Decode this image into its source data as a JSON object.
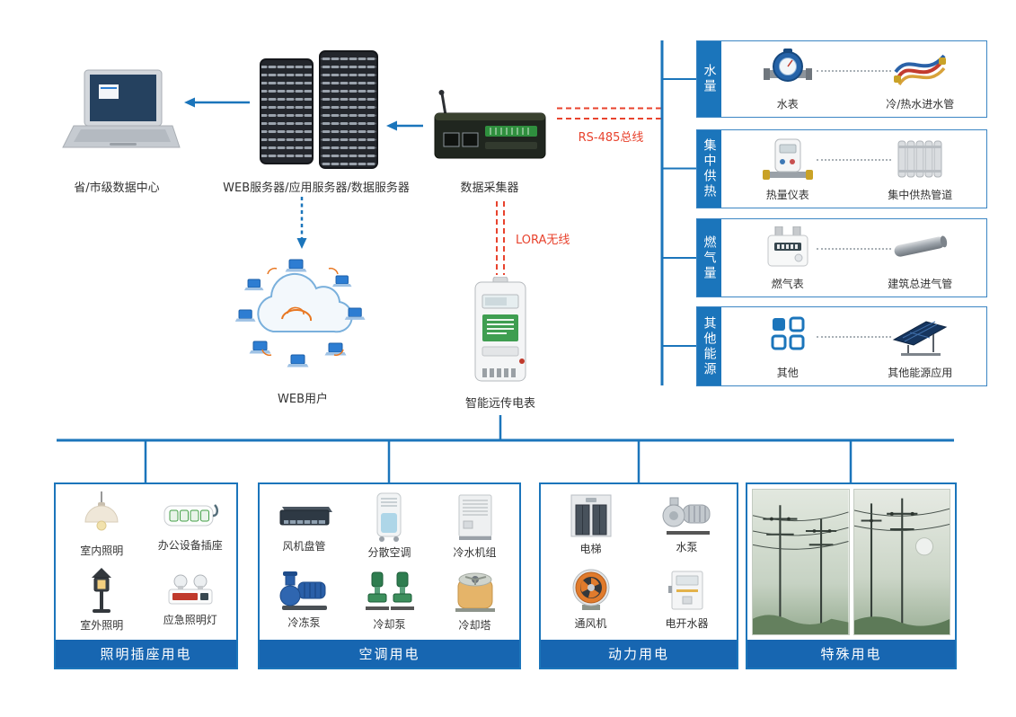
{
  "colors": {
    "line_blue": "#1b75bb",
    "title_bar_blue": "#1766b1",
    "tab_blue": "#1b75bb",
    "accent_red": "#e8432e",
    "text_dark": "#333333"
  },
  "top": {
    "datacenter_label": "省/市级数据中心",
    "datacenter_icon": "laptop-icon",
    "server_label": "WEB服务器/应用服务器/数据服务器",
    "server_icon": "server-racks-icon",
    "collector_label": "数据采集器",
    "collector_icon": "data-collector-icon",
    "rs485_label": "RS-485总线",
    "lora_label": "LORA无线",
    "web_users_label": "WEB用户",
    "web_users_icon": "cloud-users-icon",
    "smart_meter_label": "智能远传电表",
    "smart_meter_icon": "smart-meter-icon"
  },
  "right_panels": [
    {
      "tab": "水量",
      "items": [
        {
          "label": "水表",
          "icon": "water-meter-icon"
        },
        {
          "label": "冷/热水进水管",
          "icon": "water-hoses-icon"
        }
      ]
    },
    {
      "tab": "集中供热",
      "items": [
        {
          "label": "热量仪表",
          "icon": "heat-meter-icon"
        },
        {
          "label": "集中供热管道",
          "icon": "radiator-icon"
        }
      ]
    },
    {
      "tab": "燃气量",
      "items": [
        {
          "label": "燃气表",
          "icon": "gas-meter-icon"
        },
        {
          "label": "建筑总进气管",
          "icon": "gas-pipe-icon"
        }
      ]
    },
    {
      "tab": "其他能源",
      "items": [
        {
          "label": "其他",
          "icon": "other-squares-icon"
        },
        {
          "label": "其他能源应用",
          "icon": "solar-panel-icon"
        }
      ]
    }
  ],
  "bottom_panels": [
    {
      "title": "照明插座用电",
      "items": [
        {
          "label": "室内照明",
          "icon": "pendant-lamp-icon"
        },
        {
          "label": "办公设备插座",
          "icon": "power-strip-icon"
        },
        {
          "label": "室外照明",
          "icon": "garden-lamp-icon"
        },
        {
          "label": "应急照明灯",
          "icon": "emergency-light-icon"
        }
      ]
    },
    {
      "title": "空调用电",
      "items": [
        {
          "label": "风机盘管",
          "icon": "fan-coil-icon"
        },
        {
          "label": "分散空调",
          "icon": "portable-ac-icon"
        },
        {
          "label": "冷水机组",
          "icon": "chiller-icon"
        },
        {
          "label": "冷冻泵",
          "icon": "chilled-pump-icon"
        },
        {
          "label": "冷却泵",
          "icon": "cooling-pump-icon"
        },
        {
          "label": "冷却塔",
          "icon": "cooling-tower-icon"
        }
      ]
    },
    {
      "title": "动力用电",
      "items": [
        {
          "label": "电梯",
          "icon": "elevator-icon"
        },
        {
          "label": "水泵",
          "icon": "water-pump-icon"
        },
        {
          "label": "通风机",
          "icon": "ventilation-fan-icon"
        },
        {
          "label": "电开水器",
          "icon": "water-boiler-icon"
        }
      ]
    },
    {
      "title": "特殊用电",
      "items": [],
      "photos": [
        "power-lines-photo-1",
        "power-lines-photo-2"
      ]
    }
  ]
}
